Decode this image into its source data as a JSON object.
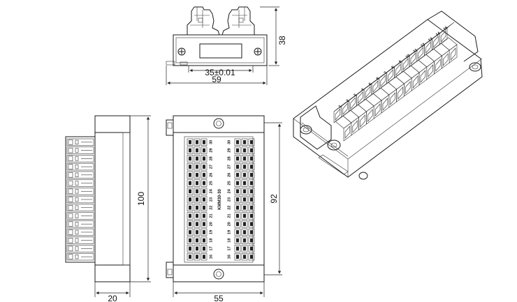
{
  "dimensions": {
    "top_height": "38",
    "din_rail": "35±0.01",
    "top_width": "59",
    "side_height": "100",
    "side_width": "20",
    "front_width": "55",
    "front_height": "92"
  },
  "model": "KMM30-30",
  "terminals_left": [
    "16",
    "17",
    "18",
    "19",
    "20",
    "21",
    "22",
    "23",
    "24",
    "25",
    "26",
    "27",
    "28",
    "29",
    "30"
  ],
  "terminals_right": [
    "16",
    "17",
    "18",
    "19",
    "20",
    "21",
    "22",
    "23",
    "24",
    "25",
    "26",
    "27",
    "28",
    "29",
    "30"
  ],
  "iso_numbers": [
    "1",
    "2",
    "3",
    "4",
    "5",
    "6",
    "7",
    "8",
    "9",
    "10",
    "11",
    "12",
    "13",
    "14",
    "15"
  ]
}
